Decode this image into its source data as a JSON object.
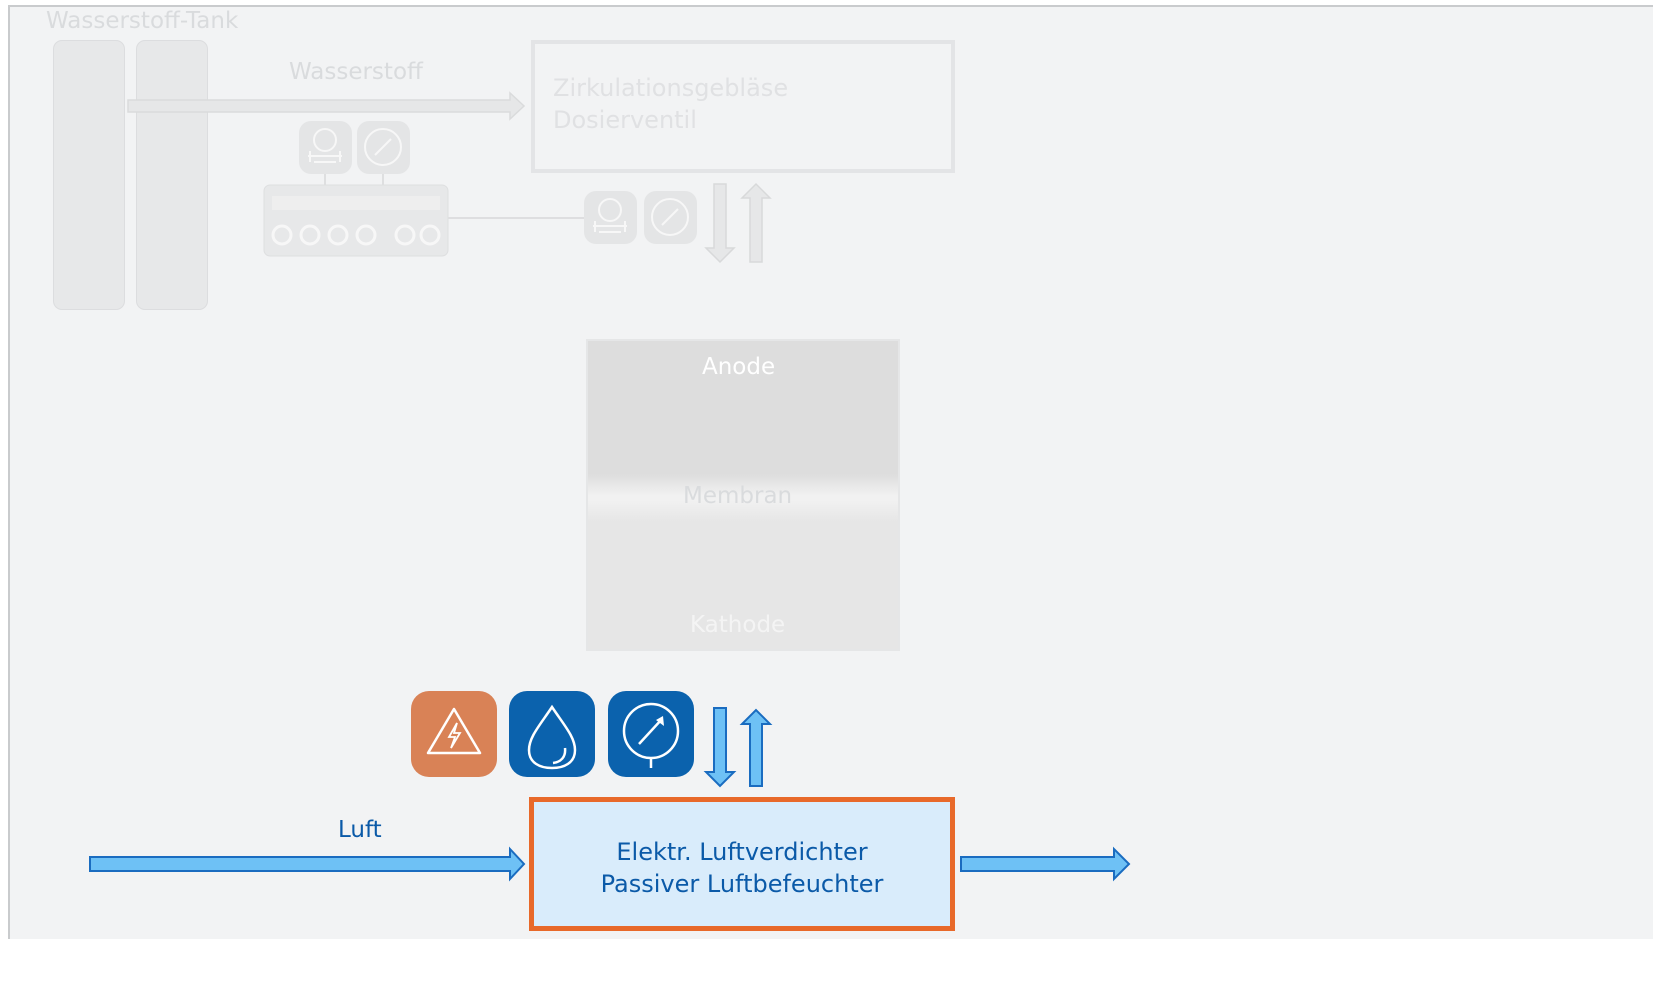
{
  "diagram": {
    "tank_label": "Wasserstoff-Tank",
    "hydrogen_label": "Wasserstoff",
    "anode_box": {
      "line1": "Zirkulationsgebläse",
      "line2": "Dosierventil"
    },
    "stack": {
      "anode": "Anode",
      "membrane": "Membran",
      "cathode": "Kathode"
    },
    "air_label": "Luft",
    "cathode_box": {
      "line1": "Elektr. Luftverdichter",
      "line2": "Passiver Luftbefeuchter"
    }
  },
  "icons": {
    "top": [
      "pressure-regulator-icon",
      "pressure-gauge-icon",
      "connector-block-icon",
      "pressure-regulator-icon",
      "pressure-gauge-icon"
    ],
    "bottom": [
      "high-voltage-icon",
      "water-drop-icon",
      "pressure-gauge-icon"
    ]
  },
  "colors": {
    "background": "#f2f3f4",
    "faded": "#e3e4e6",
    "active_text": "#0b5aa8",
    "arrow_fill": "#6ec1f5",
    "arrow_stroke": "#1a6cc0",
    "highlight_border": "#e8692a",
    "voltage_tile": "#d98256",
    "blue_tile": "#0b62ad",
    "active_box_fill": "#d9ecfb"
  }
}
